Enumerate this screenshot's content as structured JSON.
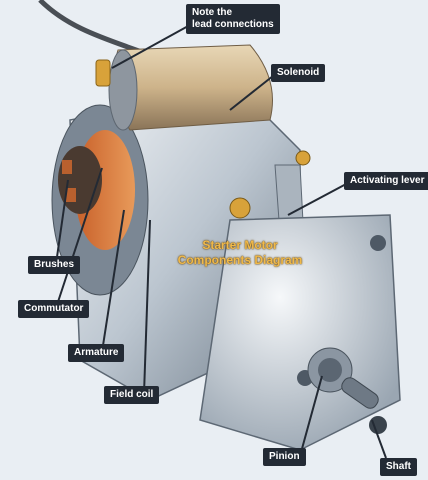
{
  "diagram": {
    "title_line1": "Starter Motor",
    "title_line2": "Components Diagram",
    "labels": {
      "lead": "Note the\nlead connections",
      "solenoid": "Solenoid",
      "activating_lever": "Activating lever",
      "brushes": "Brushes",
      "commutator": "Commutator",
      "armature": "Armature",
      "field_coil": "Field coil",
      "pinion": "Pinion",
      "shaft": "Shaft"
    }
  },
  "colors": {
    "label_bg": "#232a34",
    "label_text": "#ffffff",
    "title_text": "#f0b94a",
    "leader_line": "#232a34"
  }
}
